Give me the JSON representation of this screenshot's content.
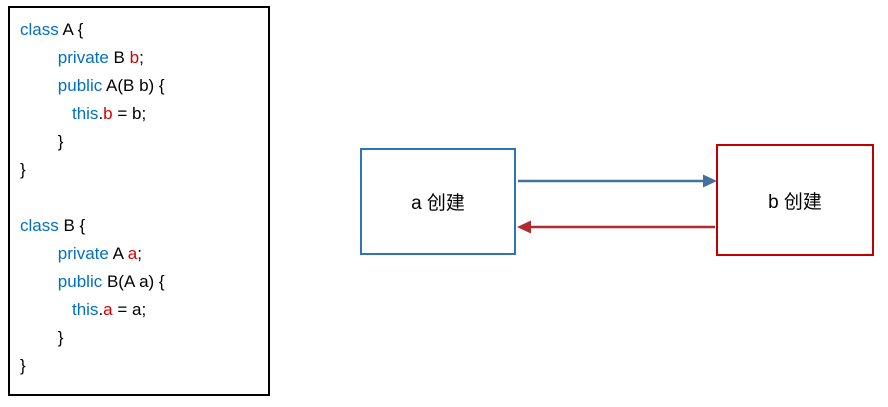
{
  "colors": {
    "keyword": "#0070C0",
    "member": "#D40000",
    "plain": "#000000",
    "box_a_border": "#2E75B6",
    "box_b_border": "#C00000",
    "arrow_ab": "#41719C",
    "arrow_ba": "#B02A30"
  },
  "code": {
    "lines": [
      [
        {
          "t": "class",
          "c": "kw"
        },
        {
          "t": " A {",
          "c": "pl"
        }
      ],
      [
        {
          "t": "        ",
          "c": "pl"
        },
        {
          "t": "private",
          "c": "kw"
        },
        {
          "t": " B ",
          "c": "pl"
        },
        {
          "t": "b",
          "c": "mem"
        },
        {
          "t": ";",
          "c": "pl"
        }
      ],
      [
        {
          "t": "        ",
          "c": "pl"
        },
        {
          "t": "public",
          "c": "kw"
        },
        {
          "t": " A(B b) {",
          "c": "pl"
        }
      ],
      [
        {
          "t": "           ",
          "c": "pl"
        },
        {
          "t": "this",
          "c": "kw"
        },
        {
          "t": ".",
          "c": "pl"
        },
        {
          "t": "b",
          "c": "mem"
        },
        {
          "t": " = b;",
          "c": "pl"
        }
      ],
      [
        {
          "t": "        }",
          "c": "pl"
        }
      ],
      [
        {
          "t": "}",
          "c": "pl"
        }
      ],
      [],
      [
        {
          "t": "class",
          "c": "kw"
        },
        {
          "t": " B {",
          "c": "pl"
        }
      ],
      [
        {
          "t": "        ",
          "c": "pl"
        },
        {
          "t": "private",
          "c": "kw"
        },
        {
          "t": " A ",
          "c": "pl"
        },
        {
          "t": "a",
          "c": "mem"
        },
        {
          "t": ";",
          "c": "pl"
        }
      ],
      [
        {
          "t": "        ",
          "c": "pl"
        },
        {
          "t": "public",
          "c": "kw"
        },
        {
          "t": " B(A a) {",
          "c": "pl"
        }
      ],
      [
        {
          "t": "           ",
          "c": "pl"
        },
        {
          "t": "this",
          "c": "kw"
        },
        {
          "t": ".",
          "c": "pl"
        },
        {
          "t": "a",
          "c": "mem"
        },
        {
          "t": " = a;",
          "c": "pl"
        }
      ],
      [
        {
          "t": "        }",
          "c": "pl"
        }
      ],
      [
        {
          "t": "}",
          "c": "pl"
        }
      ]
    ]
  },
  "diagram": {
    "box_a_label": "a 创建",
    "box_b_label": "b 创建"
  }
}
